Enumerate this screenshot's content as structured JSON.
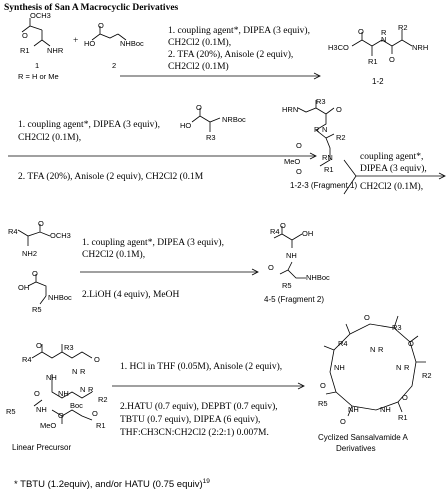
{
  "title": "Synthesis of San A Macrocyclic Derivatives",
  "step1": {
    "compound1": {
      "number": "1",
      "label": "R = H or Me",
      "atoms": [
        "OCH3",
        "O",
        "R1",
        "NHR"
      ]
    },
    "compound2": {
      "number": "2",
      "atoms": [
        "O",
        "HO",
        "NHBoc"
      ]
    },
    "plus": "+",
    "conditions": [
      "1. coupling agent*, DIPEA (3 equiv),",
      "CH2Cl2 (0.1M),",
      "2. TFA (20%), Anisole (2 equiv),",
      "CH2Cl2 (0.1M)"
    ],
    "product": {
      "label": "1-2",
      "atoms": [
        "H3CO",
        "R2",
        "O",
        "N",
        "R",
        "NRH",
        "R1",
        "O"
      ]
    }
  },
  "step2": {
    "conditions_top": [
      "1. coupling agent*, DIPEA (3 equiv),",
      "CH2Cl2 (0.1M),"
    ],
    "reagent_atoms": [
      "O",
      "HO",
      "NRBoc",
      "R3"
    ],
    "conditions_bottom": "2. TFA (20%), Anisole (2 equiv),  CH2Cl2 (0.1M",
    "product": {
      "label": "1-2-3 (Fragment 1)",
      "atoms": [
        "R3",
        "HRN",
        "O",
        "N",
        "R",
        "R2",
        "O",
        "MeO",
        "RN",
        "O",
        "R1"
      ]
    }
  },
  "step3": {
    "conditions": [
      "coupling agent*,",
      "DIPEA (3 equiv),",
      "CH2Cl2 (0.1M),"
    ]
  },
  "step4": {
    "reactant_top": {
      "atoms": [
        "R4",
        "OCH3",
        "O",
        "NH2"
      ]
    },
    "reactant_bottom": {
      "atoms": [
        "O",
        "OH",
        "NHBoc",
        "R5"
      ]
    },
    "conditions_top": [
      "1. coupling agent*, DIPEA (3 equiv),",
      "CH2Cl2 (0.1M),"
    ],
    "conditions_bottom": "2.LiOH (4 equiv), MeOH",
    "product": {
      "label": "4-5 (Fragment 2)",
      "atoms": [
        "R4",
        "OH",
        "O",
        "NH",
        "O",
        "R5",
        "NHBoc"
      ]
    }
  },
  "step5": {
    "reactant": {
      "label": "Linear Precursor",
      "atoms": [
        "R4",
        "R3",
        "O",
        "NH",
        "N",
        "R",
        "O",
        "O",
        "NH",
        "N",
        "R",
        "R2",
        "R5",
        "NH",
        "Boc",
        "O",
        "O",
        "MeO",
        "R1"
      ]
    },
    "conditions_top": "1. HCl in THF (0.05M), Anisole (2 equiv),",
    "conditions_bottom": [
      "2.HATU (0.7 equiv), DEPBT (0.7 equiv),",
      "TBTU (0.7 equiv), DIPEA (6 equiv),",
      "THF:CH3CN:CH2Cl2 (2:2:1) 0.007M."
    ],
    "product": {
      "label": [
        "Cyclized Sansalvamide A",
        "Derivatives"
      ],
      "atoms": [
        "O",
        "R3",
        "R4",
        "N",
        "O",
        "R",
        "NH",
        "O",
        "N",
        "R2",
        "R",
        "R5",
        "O",
        "NH",
        "NH",
        "O",
        "R1"
      ]
    }
  },
  "footnote": "* TBTU (1.2equiv), and/or HATU (0.75 equiv)",
  "footnote_ref": "19"
}
